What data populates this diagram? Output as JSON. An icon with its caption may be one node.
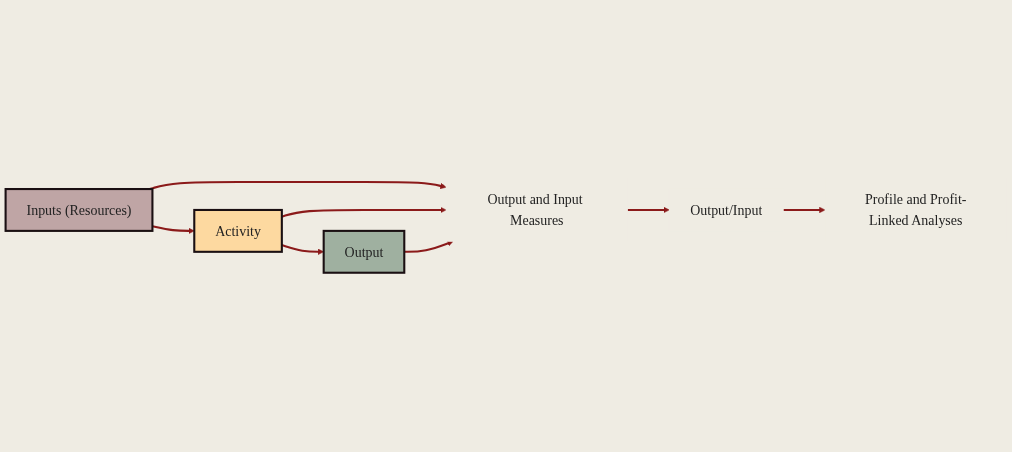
{
  "diagram": {
    "nodes": [
      {
        "text": [
          "Inputs (Resources)"
        ]
      },
      {
        "text": [
          "Activity"
        ]
      },
      {
        "text": [
          "Output"
        ]
      },
      {
        "text": [
          "Output and Input Measures"
        ]
      },
      {
        "text": [
          "Output/Input"
        ]
      },
      {
        "text": [
          "Profile and Profit-Linked Analyses"
        ]
      }
    ],
    "edges": [
      {
        "from": 0,
        "to": 1,
        "arrow": "to"
      },
      {
        "from": 1,
        "to": 2,
        "arrow": "to"
      },
      {
        "from": 0,
        "to": 3,
        "arrow": "to"
      },
      {
        "from": 1,
        "to": 3,
        "arrow": "to"
      },
      {
        "from": 2,
        "to": 3,
        "arrow": "to"
      },
      {
        "from": 3,
        "to": 4,
        "arrow": "to"
      },
      {
        "from": 4,
        "to": 5,
        "arrow": "to"
      }
    ]
  }
}
